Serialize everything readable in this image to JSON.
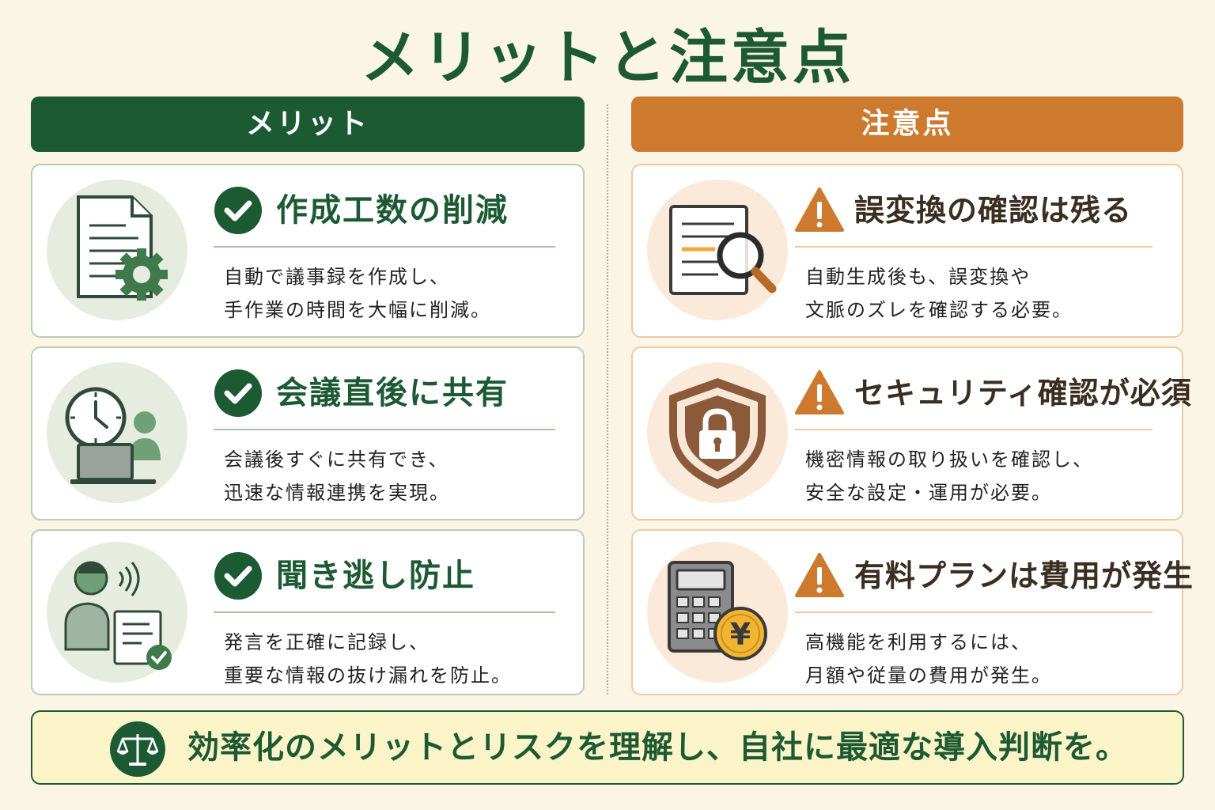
{
  "title": "メリットと注意点",
  "colors": {
    "merit": "#1b5a33",
    "caution": "#cd7a2f",
    "background": "#fbf5e6"
  },
  "merits": {
    "header": "メリット",
    "items": [
      {
        "icon": "document-gear-icon",
        "heading": "作成工数の削減",
        "line1": "自動で議事録を作成し、",
        "line2": "手作業の時間を大幅に削減。"
      },
      {
        "icon": "clock-laptop-person-icon",
        "heading": "会議直後に共有",
        "line1": "会議後すぐに共有でき、",
        "line2": "迅速な情報連携を実現。"
      },
      {
        "icon": "speaker-record-icon",
        "heading": "聞き逃し防止",
        "line1": "発言を正確に記録し、",
        "line2": "重要な情報の抜け漏れを防止。"
      }
    ]
  },
  "cautions": {
    "header": "注意点",
    "items": [
      {
        "icon": "document-magnifier-icon",
        "heading": "誤変換の確認は残る",
        "line1": "自動生成後も、誤変換や",
        "line2": "文脈のズレを確認する必要。"
      },
      {
        "icon": "shield-lock-icon",
        "heading": "セキュリティ確認が必須",
        "line1": "機密情報の取り扱いを確認し、",
        "line2": "安全な設定・運用が必要。"
      },
      {
        "icon": "calculator-yen-icon",
        "heading": "有料プランは費用が発生",
        "line1": "高機能を利用するには、",
        "line2": "月額や従量の費用が発生。"
      }
    ]
  },
  "footer": {
    "icon": "balance-scale-icon",
    "text": "効率化のメリットとリスクを理解し、自社に最適な導入判断を。"
  },
  "yen_symbol": "¥"
}
